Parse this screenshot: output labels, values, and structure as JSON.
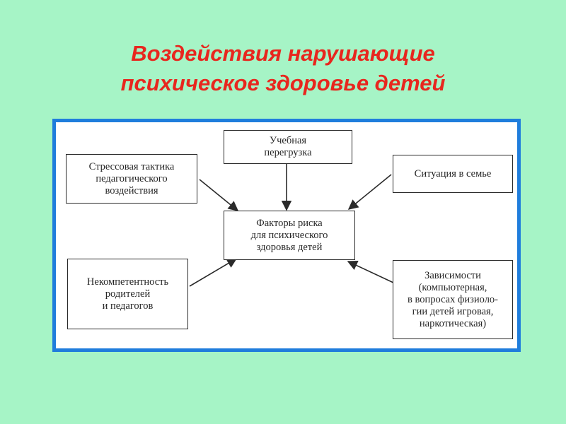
{
  "title": {
    "line1": "Воздействия нарушающие",
    "line2": "психическое здоровье детей"
  },
  "diagram": {
    "center": "Факторы риска\nдля психического\nздоровья детей",
    "study_overload": "Учебная\nперегрузка",
    "stress_tactics": "Стрессовая тактика\nпедагогического\nвоздействия",
    "family_situation": "Ситуация в семье",
    "incompetence": "Некомпетентность\nродителей\nи педагогов",
    "dependencies": "Зависимости\n(компьютерная,\nв вопросах физиоло-\nгии детей игровая,\nнаркотическая)"
  },
  "colors": {
    "background": "#a6f4c6",
    "title": "#e8261e",
    "frame_border": "#1f7ddc",
    "ink": "#262626"
  }
}
